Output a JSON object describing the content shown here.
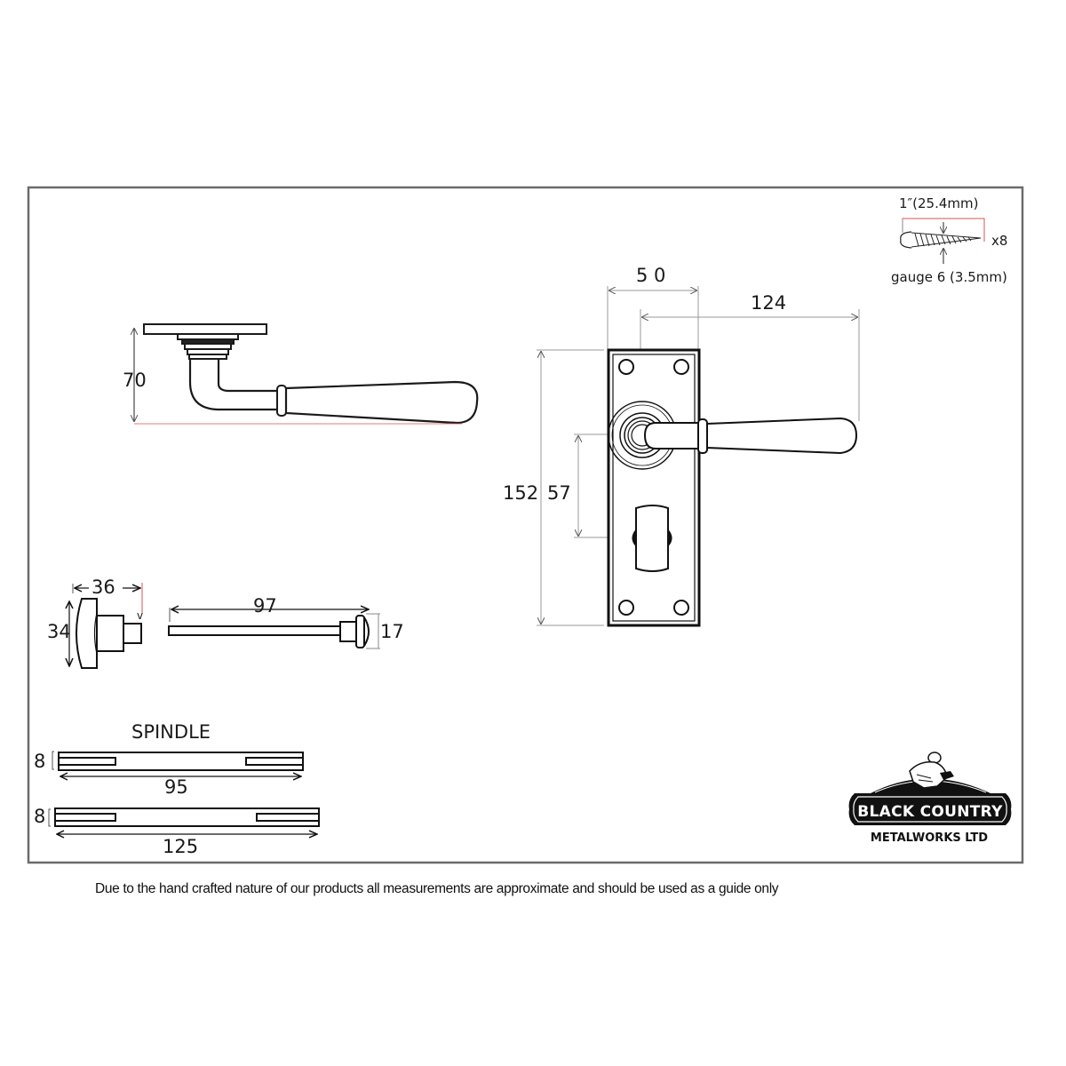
{
  "frame": {
    "border_color": "#6b6b6b"
  },
  "screw": {
    "length_label": "1″(25.4mm)",
    "quantity_label": "x8",
    "gauge_label": "gauge 6 (3.5mm)"
  },
  "side_view": {
    "height_label": "70"
  },
  "front_view": {
    "backplate_width_label": "5 0",
    "lever_projection_label": "124",
    "backplate_height_label": "152",
    "centres_label": "57"
  },
  "turn_release": {
    "width_label": "36",
    "height_label": "34",
    "bolt_length_label": "97",
    "bolt_head_label": "17",
    "arrow_mark": "v"
  },
  "spindle": {
    "title": "SPINDLE",
    "items": [
      {
        "thickness_label": "8",
        "length_label": "95"
      },
      {
        "thickness_label": "8",
        "length_label": "125"
      }
    ]
  },
  "logo": {
    "line1": "BLACK COUNTRY",
    "line2": "METALWORKS LTD"
  },
  "disclaimer": "Due to the hand crafted nature of our products all measurements are approximate and should be used as a guide only",
  "colors": {
    "ink": "#1a1a1a",
    "dimension_line": "#8a8a8a",
    "accent_red": "#d9534f"
  }
}
